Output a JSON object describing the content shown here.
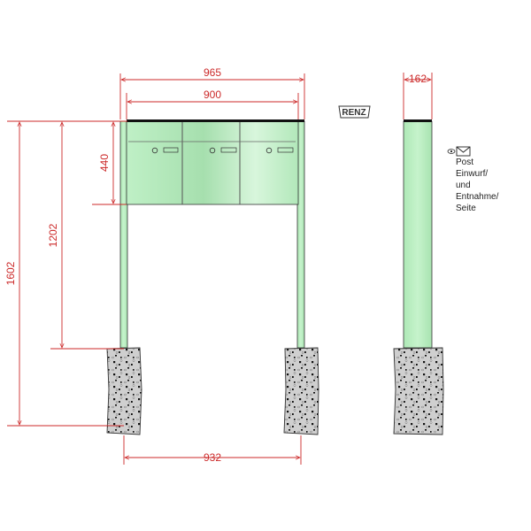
{
  "dimensions": {
    "total_width": "965",
    "box_width": "900",
    "box_height": "440",
    "post_to_box": "1202",
    "total_height": "1602",
    "post_spacing": "932",
    "side_width": "162"
  },
  "brand": "RENZ",
  "side_note": [
    "Post",
    "Einwurf/",
    "und",
    "Entnahme/",
    "Seite"
  ],
  "colors": {
    "dimension_line": "#cc2a2a",
    "post_green": "#a8e6b0",
    "concrete": "#c8c8c8"
  },
  "icons": [
    "eye-icon",
    "envelope-icon"
  ]
}
